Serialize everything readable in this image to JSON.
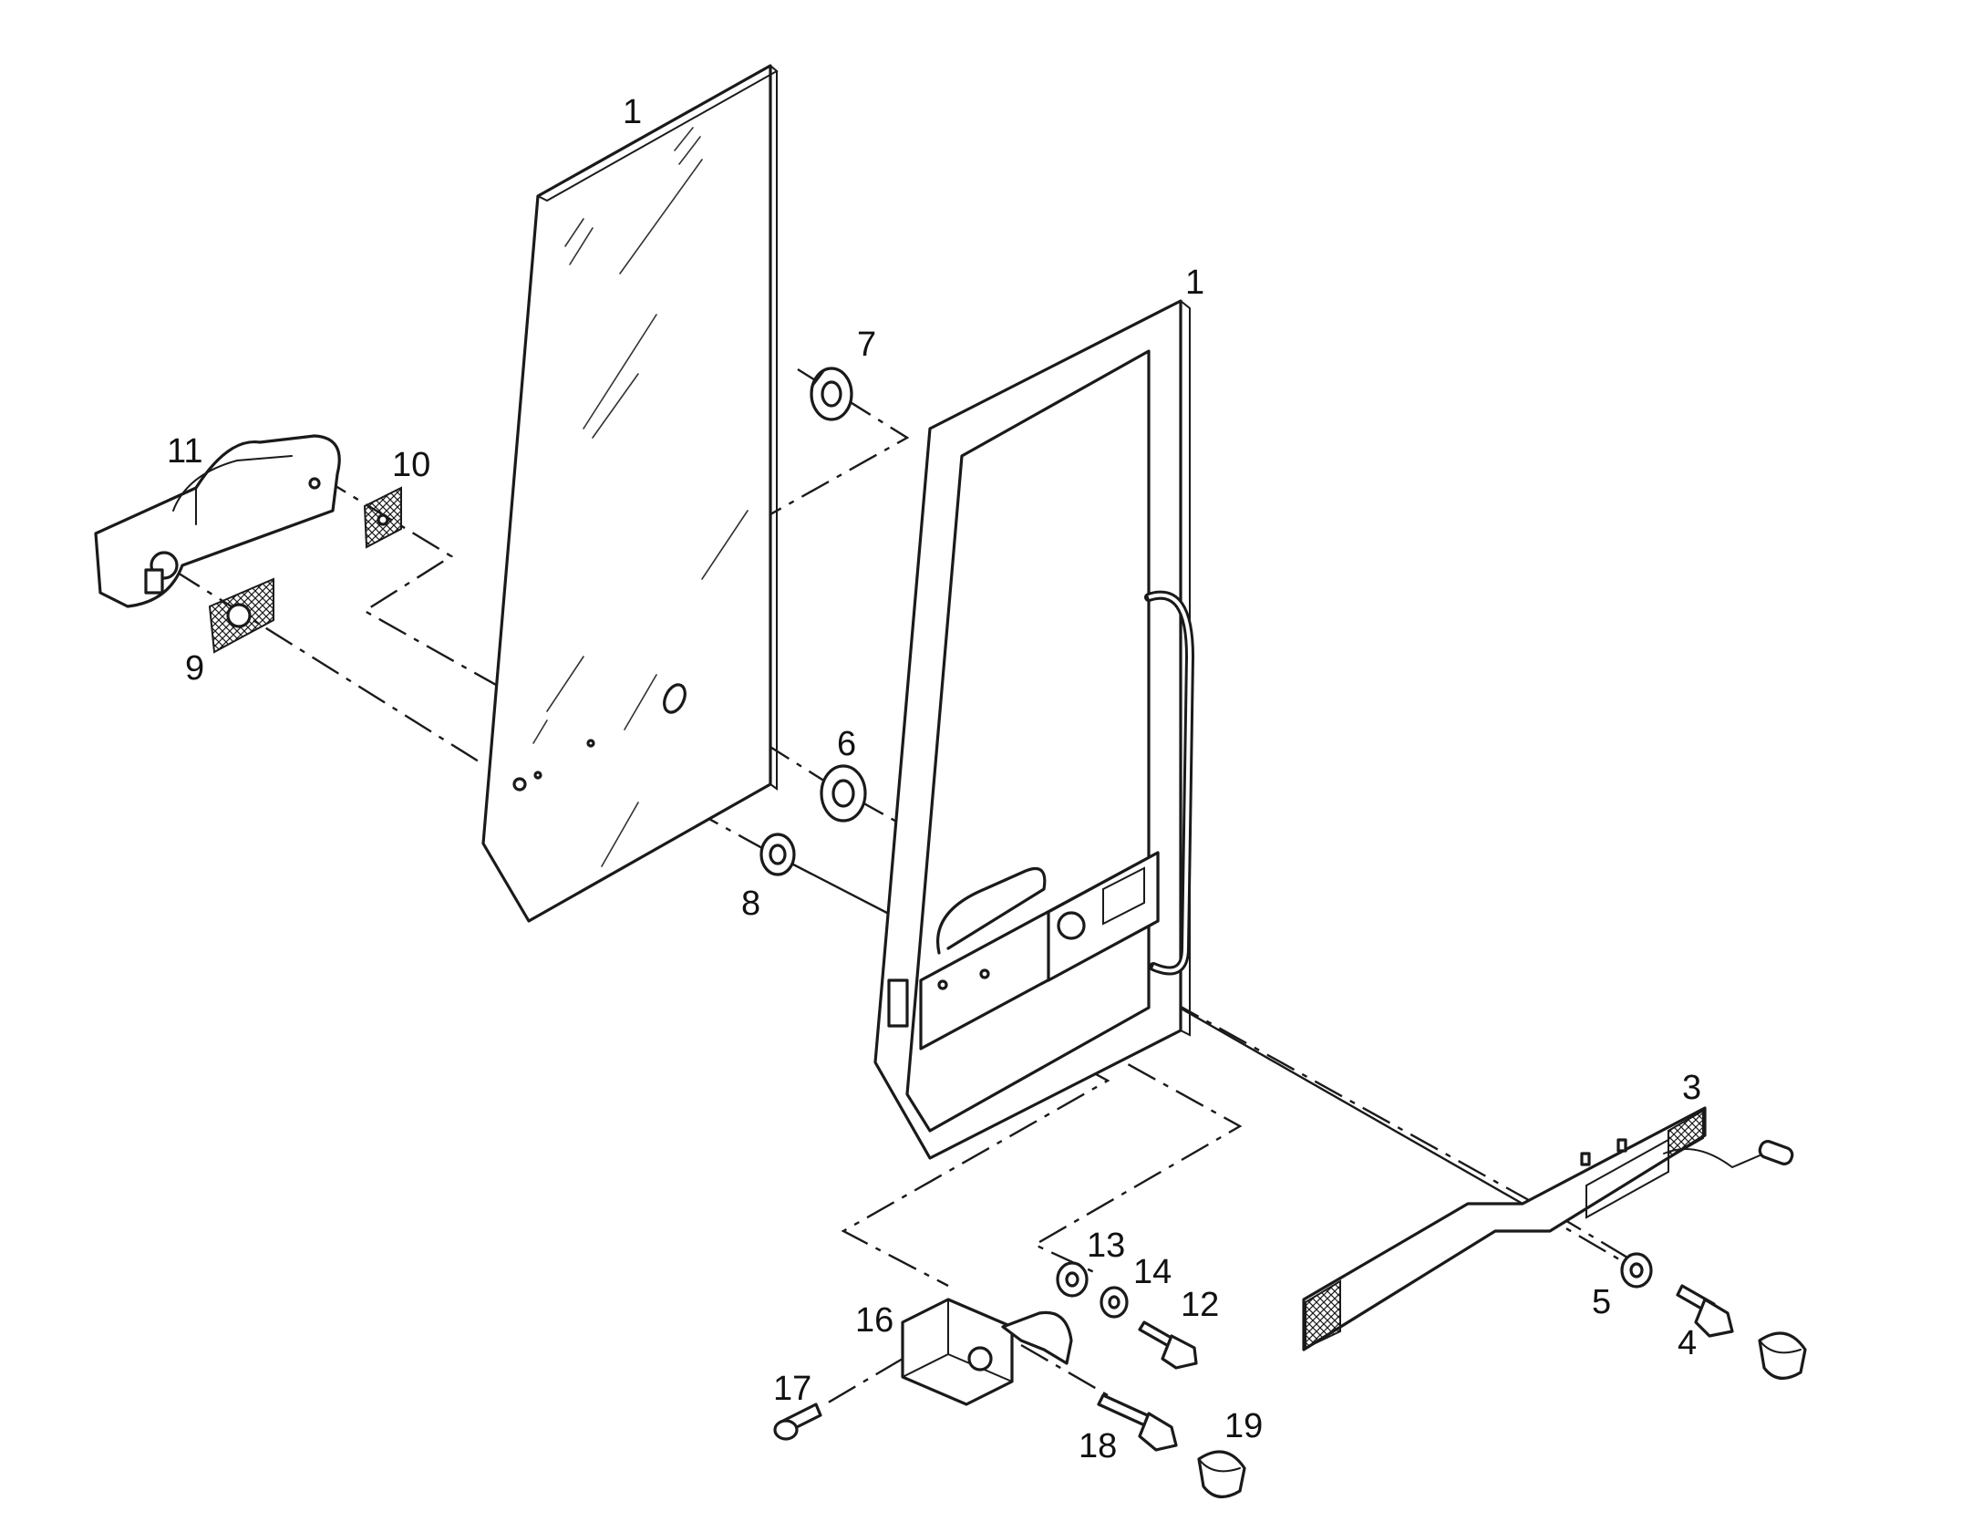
{
  "callouts": {
    "c1a": "1",
    "c1b": "1",
    "c3": "3",
    "c4": "4",
    "c5": "5",
    "c6": "6",
    "c7": "7",
    "c8": "8",
    "c9": "9",
    "c10": "10",
    "c11": "11",
    "c12": "12",
    "c13": "13",
    "c14": "14",
    "c16": "16",
    "c17": "17",
    "c18": "18",
    "c19": "19"
  },
  "colors": {
    "ink": "#1a1a1a",
    "paper": "#ffffff"
  }
}
